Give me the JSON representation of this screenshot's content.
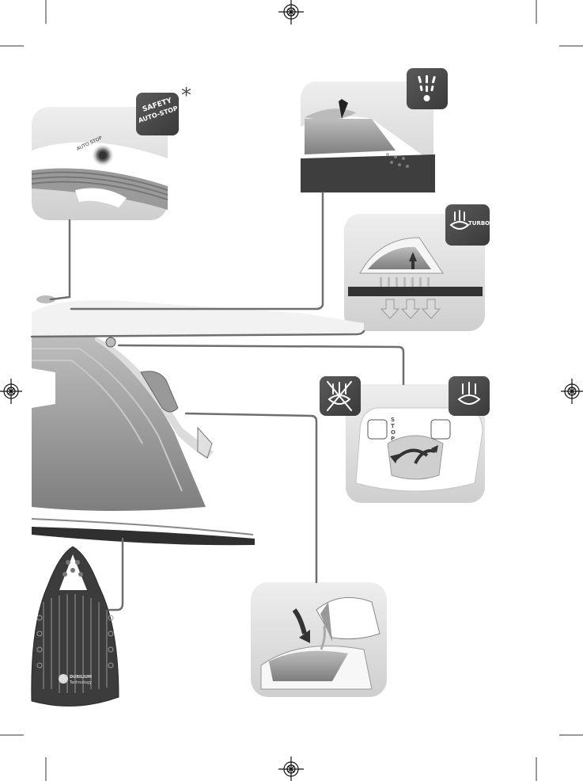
{
  "badges": {
    "safety_line1": "SAFETY",
    "safety_line2": "AUTO-STOP",
    "turbo_label": "TURBO",
    "asterisk": "*"
  },
  "control_labels": {
    "stop_letters": "STOP",
    "brand_line1": "DURILIUM",
    "brand_line2": "Technology"
  },
  "colors": {
    "badge_bg": "#4a4a4a",
    "leader_line": "#6e6e6e",
    "panel_bg": "#dcdcdc",
    "soleplate": "#3c3c3c"
  },
  "icons": [
    "safety-badge",
    "steam-jets-icon",
    "turbo-steam-icon",
    "no-steam-icon",
    "steam-icon",
    "registration-mark-icon"
  ]
}
